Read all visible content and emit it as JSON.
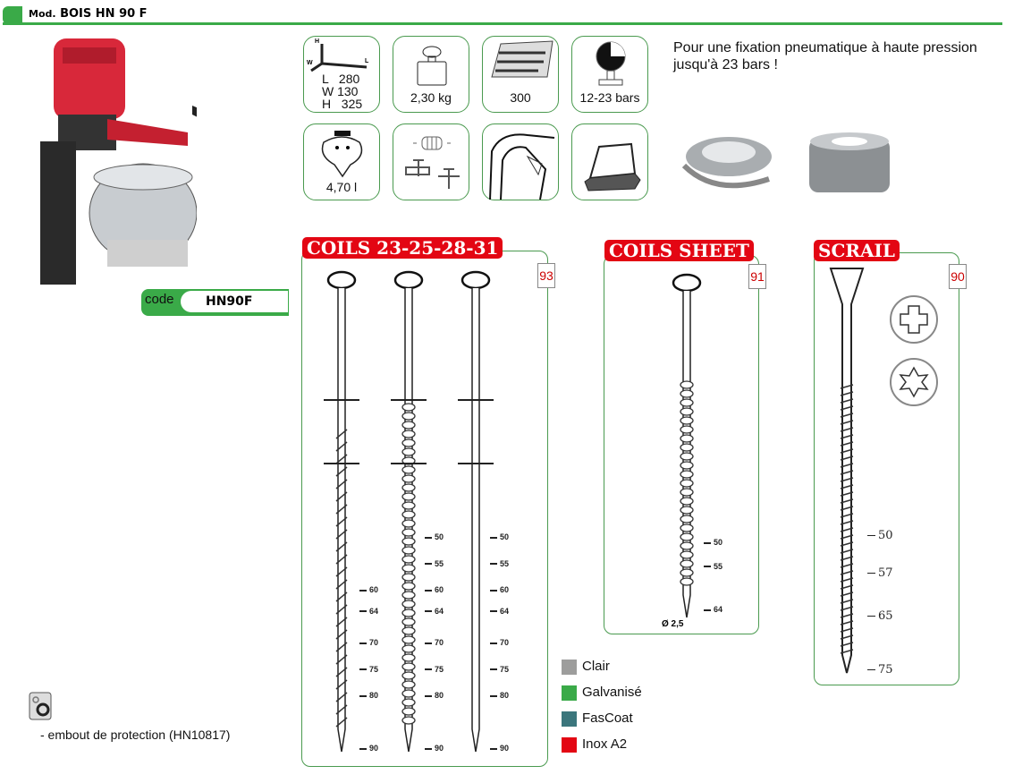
{
  "header": {
    "mod_prefix": "Mod.",
    "title": "BOIS HN 90 F"
  },
  "specs": {
    "dimensions": {
      "l": "L   280",
      "w": "W 130",
      "h": "H   325",
      "axis_h": "H",
      "axis_w": "W",
      "axis_l": "L"
    },
    "weight": "2,30 kg",
    "capacity": "300",
    "pressure": "12-23 bars",
    "air_consumption": "4,70 l"
  },
  "intro": "Pour une fixation pneumatique à haute pression jusqu'à 23 bars !",
  "code": {
    "label": "code",
    "value": "HN90F"
  },
  "sections": [
    {
      "title": "COILS 23-25-28-31",
      "page": "93",
      "nails": [
        {
          "type": "twisted",
          "scale": [
            "60",
            "64",
            "70",
            "75",
            "80",
            "90"
          ]
        },
        {
          "type": "ring",
          "scale": [
            "50",
            "55",
            "60",
            "64",
            "70",
            "75",
            "80",
            "90"
          ]
        },
        {
          "type": "smooth",
          "scale": [
            "50",
            "55",
            "60",
            "64",
            "70",
            "75",
            "80",
            "90"
          ]
        }
      ]
    },
    {
      "title": "COILS SHEET",
      "page": "91",
      "diameter": "Ø 2,5",
      "nails": [
        {
          "type": "ring",
          "scale": [
            "50",
            "55",
            "64"
          ]
        }
      ]
    },
    {
      "title": "SCRAIL",
      "page": "90",
      "nails": [
        {
          "type": "screw",
          "scale": [
            "50",
            "57",
            "65",
            "75"
          ]
        }
      ]
    }
  ],
  "legend": [
    {
      "label": "Clair",
      "color": "#9d9d9c"
    },
    {
      "label": "Galvanisé",
      "color": "#3aaa48"
    },
    {
      "label": "FasCoat",
      "color": "#3b767c"
    },
    {
      "label": "Inox A2",
      "color": "#e30613"
    }
  ],
  "accessories": {
    "item": "- embout de protection (HN10817)"
  },
  "colors": {
    "brand_green": "#3aaa48",
    "accent_red": "#e30613"
  }
}
